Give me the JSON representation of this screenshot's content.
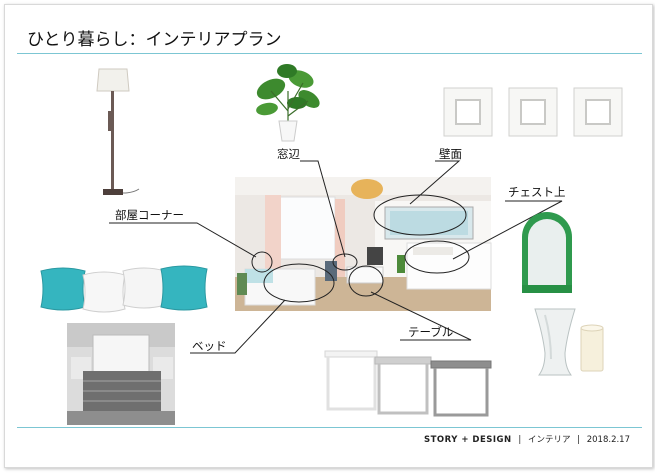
{
  "slide": {
    "title": "ひとり暮らし：インテリアプラン",
    "footer": {
      "brand": "STORY + DESIGN",
      "sep1": "|",
      "category": "インテリア",
      "sep2": "|",
      "date": "2018.2.17"
    }
  },
  "callouts": {
    "window": "窓辺",
    "wall": "壁面",
    "chest_top": "チェスト上",
    "room_corner": "部屋コーナー",
    "bed": "ベッド",
    "table": "テーブル"
  },
  "colors": {
    "accent_rule": "#7cc6d3",
    "pillow_teal": "#35b5bf",
    "mirror_green": "#2f9a4e",
    "plant_green": "#3d8a2e"
  },
  "icons": [
    "floor-lamp",
    "monstera-plant",
    "square-frame",
    "room-photo",
    "pillow",
    "bed",
    "side-table",
    "arch-mirror",
    "glass-vase",
    "pillar-candle"
  ]
}
